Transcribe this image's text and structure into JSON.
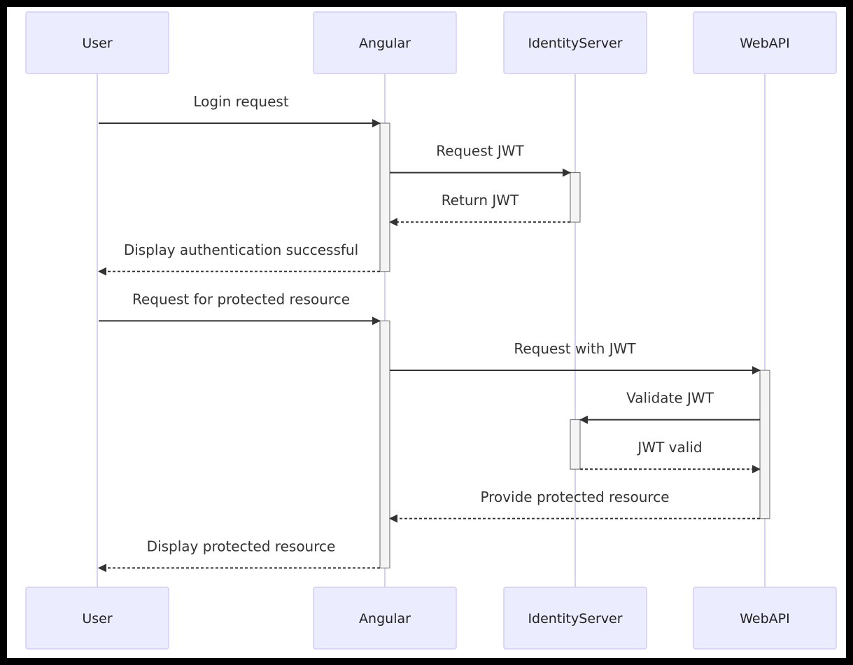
{
  "diagram": {
    "type": "sequence",
    "colors": {
      "frame": "#000000",
      "background": "#ffffff",
      "actor_fill": "#ececff",
      "actor_border": "#d0cdf5",
      "lifeline": "#d6d0f0",
      "activation_fill": "#f4f4f4",
      "message": "#333333"
    },
    "participants": [
      {
        "id": "user",
        "label": "User"
      },
      {
        "id": "angular",
        "label": "Angular"
      },
      {
        "id": "identity",
        "label": "IdentityServer"
      },
      {
        "id": "webapi",
        "label": "WebAPI"
      }
    ],
    "messages": [
      {
        "from": "user",
        "to": "angular",
        "label": "Login request",
        "style": "solid"
      },
      {
        "from": "angular",
        "to": "identity",
        "label": "Request JWT",
        "style": "solid"
      },
      {
        "from": "identity",
        "to": "angular",
        "label": "Return JWT",
        "style": "dotted"
      },
      {
        "from": "angular",
        "to": "user",
        "label": "Display authentication successful",
        "style": "dotted"
      },
      {
        "from": "user",
        "to": "angular",
        "label": "Request for protected resource",
        "style": "solid"
      },
      {
        "from": "angular",
        "to": "webapi",
        "label": "Request with JWT",
        "style": "solid"
      },
      {
        "from": "webapi",
        "to": "identity",
        "label": "Validate JWT",
        "style": "solid"
      },
      {
        "from": "identity",
        "to": "webapi",
        "label": "JWT valid",
        "style": "dotted"
      },
      {
        "from": "webapi",
        "to": "angular",
        "label": "Provide protected resource",
        "style": "dotted"
      },
      {
        "from": "angular",
        "to": "user",
        "label": "Display protected resource",
        "style": "dotted"
      }
    ],
    "activations": [
      {
        "participant": "angular",
        "from_message": 0,
        "to_message": 3
      },
      {
        "participant": "identity",
        "from_message": 1,
        "to_message": 2
      },
      {
        "participant": "angular",
        "from_message": 4,
        "to_message": 9
      },
      {
        "participant": "webapi",
        "from_message": 5,
        "to_message": 8
      },
      {
        "participant": "identity",
        "from_message": 6,
        "to_message": 7
      }
    ]
  }
}
